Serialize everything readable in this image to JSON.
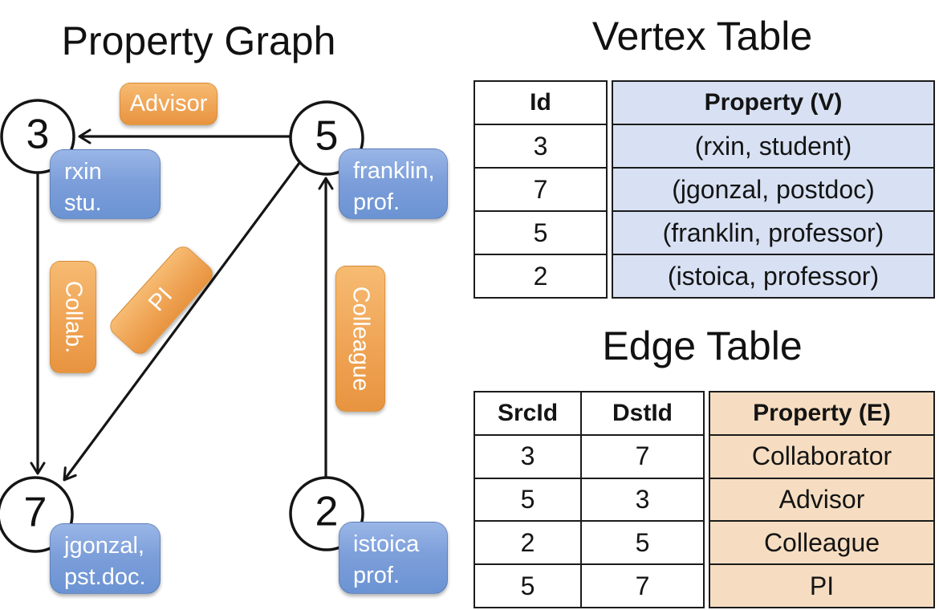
{
  "graph": {
    "title": "Property Graph",
    "nodes": [
      {
        "id": "3"
      },
      {
        "id": "5"
      },
      {
        "id": "7"
      },
      {
        "id": "2"
      }
    ],
    "vertex_labels": [
      {
        "line1": "rxin",
        "line2": "stu."
      },
      {
        "line1": "franklin,",
        "line2": "prof."
      },
      {
        "line1": "jgonzal,",
        "line2": "pst.doc."
      },
      {
        "line1": "istoica",
        "line2": "prof."
      }
    ],
    "edge_labels": {
      "advisor": "Advisor",
      "collab": "Collab.",
      "pi": "PI",
      "colleague": "Colleague"
    }
  },
  "vertex_table": {
    "title": "Vertex Table",
    "headers": {
      "id": "Id",
      "property": "Property (V)"
    },
    "rows": [
      {
        "id": "3",
        "property": "(rxin, student)"
      },
      {
        "id": "7",
        "property": "(jgonzal, postdoc)"
      },
      {
        "id": "5",
        "property": "(franklin, professor)"
      },
      {
        "id": "2",
        "property": "(istoica, professor)"
      }
    ]
  },
  "edge_table": {
    "title": "Edge Table",
    "headers": {
      "src": "SrcId",
      "dst": "DstId",
      "property": "Property (E)"
    },
    "rows": [
      {
        "src": "3",
        "dst": "7",
        "property": "Collaborator"
      },
      {
        "src": "5",
        "dst": "3",
        "property": "Advisor"
      },
      {
        "src": "2",
        "dst": "5",
        "property": "Colleague"
      },
      {
        "src": "5",
        "dst": "7",
        "property": "PI"
      }
    ]
  },
  "colors": {
    "edge_label_orange": "#efa455",
    "vertex_label_blue": "#7d9fda",
    "vertex_cell_blue": "#d8e1f3",
    "edge_cell_orange": "#f6ddc1",
    "line_black": "#151515"
  }
}
